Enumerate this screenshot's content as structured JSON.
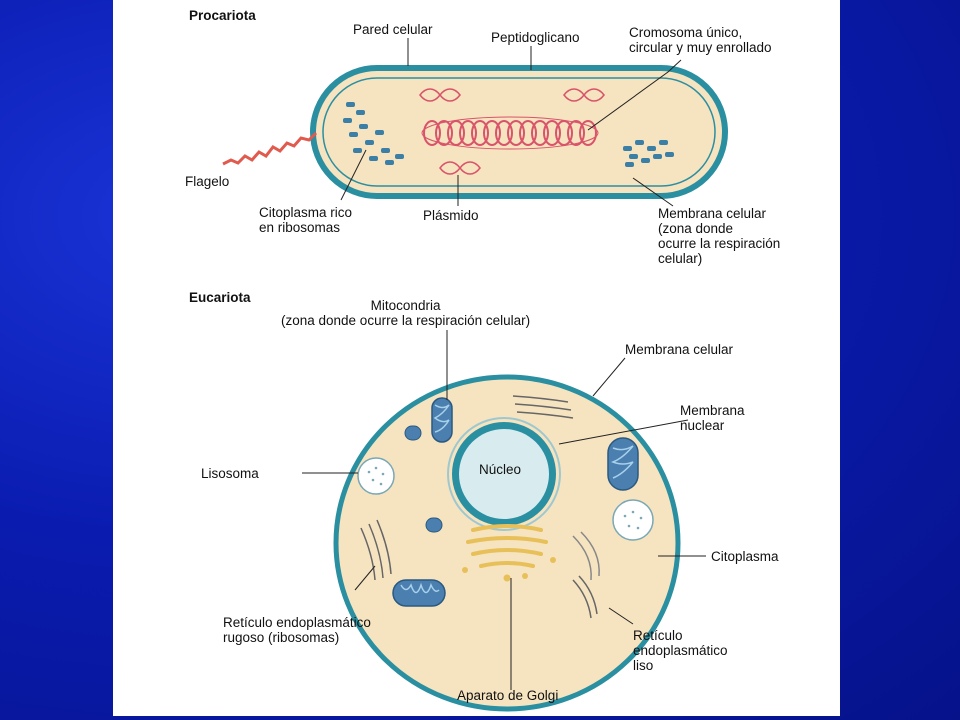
{
  "slide": {
    "background_color": "#0b1fb8",
    "panel_color": "#ffffff"
  },
  "procariota": {
    "title": "Procariota",
    "labels": {
      "pared_celular": "Pared celular",
      "peptidoglicano": "Peptidoglicano",
      "cromosoma": "Cromosoma único,\ncircular y muy enrollado",
      "flagelo": "Flagelo",
      "citoplasma": "Citoplasma rico\nen ribosomas",
      "plasmido": "Plásmido",
      "membrana": "Membrana celular\n(zona donde\nocurre la respiración\ncelular)"
    },
    "colors": {
      "wall": "#2a8fa0",
      "cytoplasm": "#f6e3c0",
      "chromosome": "#d9536a",
      "flagellum": "#e05a4e",
      "ribosome": "#3c7fa6"
    }
  },
  "eucariota": {
    "title": "Eucariota",
    "labels": {
      "mitocondria": "Mitocondria\n(zona donde ocurre la respiración celular)",
      "membrana_celular": "Membrana celular",
      "membrana_nuclear": "Membrana\nnuclear",
      "nucleo": "Núcleo",
      "lisosoma": "Lisosoma",
      "citoplasma": "Citoplasma",
      "reticulo_rugoso": "Retículo endoplasmático\nrugoso (ribosomas)",
      "reticulo_liso": "Retículo\nendoplasmático\nliso",
      "golgi": "Aparato de Golgi"
    },
    "colors": {
      "membrane": "#2a8fa0",
      "cytoplasm": "#f6e3c0",
      "nucleus": "#d8ecf0",
      "mitochondria": "#4a7fb0",
      "golgi": "#e8c05a"
    }
  }
}
